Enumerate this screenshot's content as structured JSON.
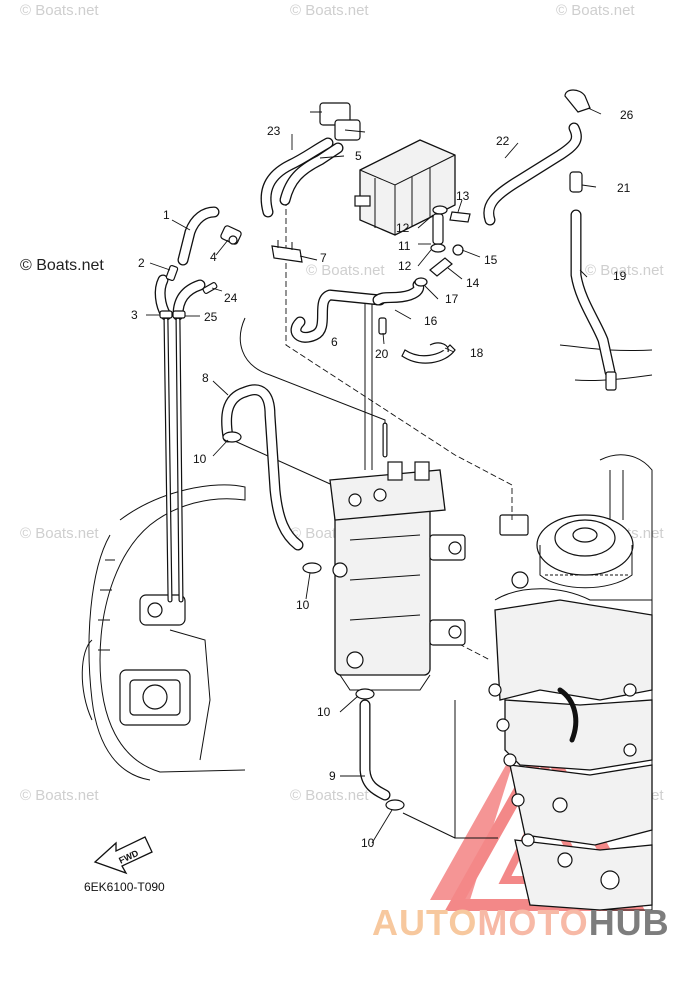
{
  "watermarks": {
    "site_mark": "© Boats.net",
    "main_mark": "© Boats.net"
  },
  "diagram": {
    "code": "6EK6100-T090",
    "fwd_label": "FWD",
    "callouts": {
      "c1": "1",
      "c2": "2",
      "c3": "3",
      "c4": "4",
      "c5": "5",
      "c6": "6",
      "c7": "7",
      "c8": "8",
      "c9": "9",
      "c10a": "10",
      "c10b": "10",
      "c10c": "10",
      "c10d": "10",
      "c11": "11",
      "c12a": "12",
      "c12b": "12",
      "c13": "13",
      "c14": "14",
      "c15": "15",
      "c16": "16",
      "c17": "17",
      "c18": "18",
      "c19": "19",
      "c20": "20",
      "c21": "21",
      "c22": "22",
      "c23": "23",
      "c24": "24",
      "c25": "25",
      "c26": "26"
    }
  },
  "brand": {
    "auto": "AUTO",
    "moto": "MOTO",
    "hub": "HUB",
    "colors": {
      "auto": "#f7c89e",
      "moto": "#f7b9a6",
      "hub": "#7d7d7d",
      "logo_red": "#ee4a4a"
    }
  }
}
